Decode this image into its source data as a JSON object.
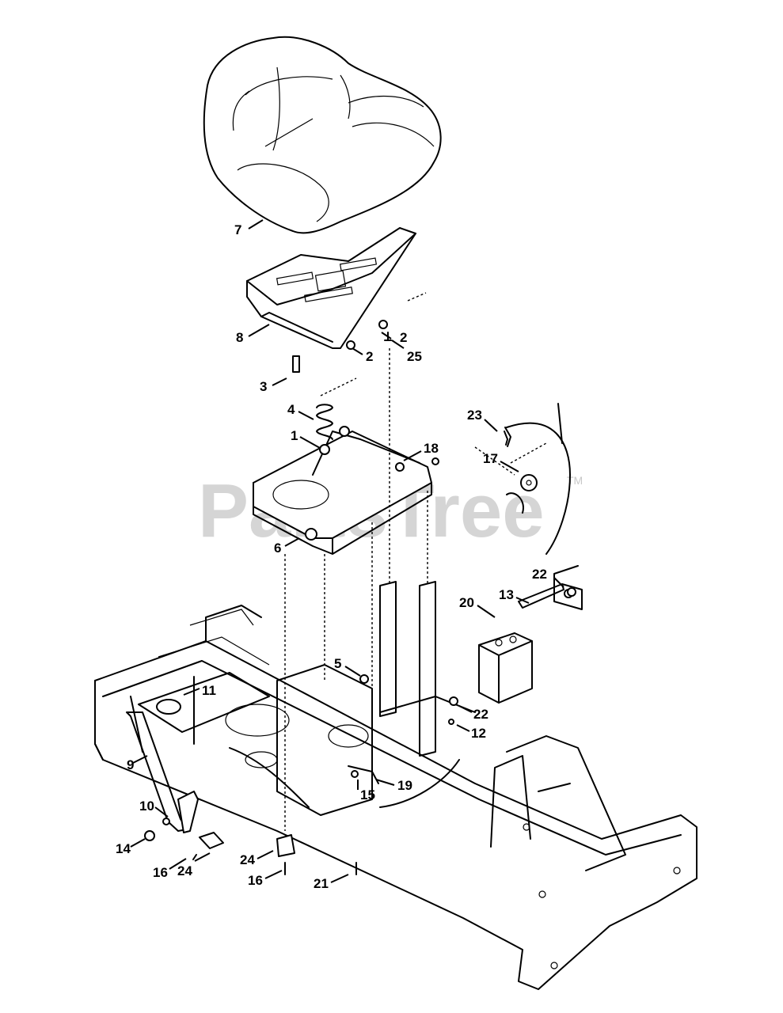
{
  "watermark": {
    "text": "PartsTree",
    "trademark": "TM"
  },
  "callouts": [
    "7",
    "8",
    "2",
    "2",
    "25",
    "3",
    "4",
    "1",
    "18",
    "23",
    "17",
    "6",
    "22",
    "13",
    "20",
    "5",
    "11",
    "22",
    "12",
    "9",
    "19",
    "15",
    "10",
    "14",
    "24",
    "16",
    "24",
    "16",
    "21"
  ]
}
